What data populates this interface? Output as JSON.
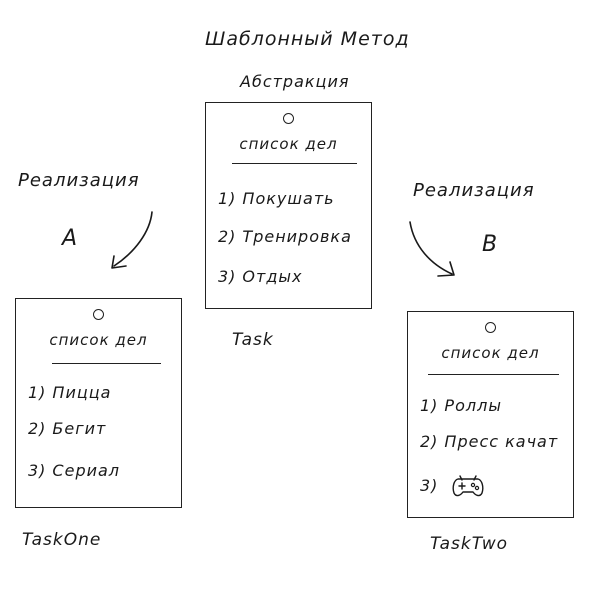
{
  "title": "Шаблонный Метод",
  "subtitle": "Абстракция",
  "implementation_a": {
    "label": "Реализация",
    "letter": "А"
  },
  "implementation_b": {
    "label": "Реализация",
    "letter": "В"
  },
  "notes": {
    "task": {
      "header": "список дел",
      "items": [
        {
          "num": "1)",
          "text": "Покушать"
        },
        {
          "num": "2)",
          "text": "Тренировка"
        },
        {
          "num": "3)",
          "text": "Отдых"
        }
      ],
      "caption": "Task"
    },
    "task_one": {
      "header": "список дел",
      "items": [
        {
          "num": "1)",
          "text": "Пицца"
        },
        {
          "num": "2)",
          "text": "Бегит"
        },
        {
          "num": "3)",
          "text": "Сериал"
        }
      ],
      "caption": "TaskOne"
    },
    "task_two": {
      "header": "список дел",
      "items": [
        {
          "num": "1)",
          "text": "Роллы"
        },
        {
          "num": "2)",
          "text": "Пресс качат"
        },
        {
          "num": "3)",
          "icon": "gamepad-icon"
        }
      ],
      "caption": "TaskTwo"
    }
  },
  "colors": {
    "ink": "#1a1a1a",
    "background": "#ffffff"
  }
}
